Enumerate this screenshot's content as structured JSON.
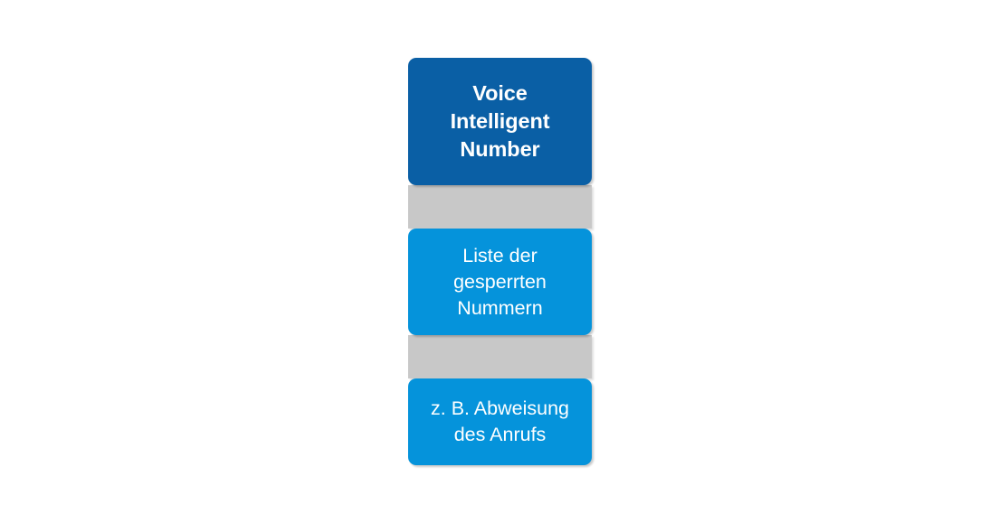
{
  "diagram": {
    "type": "vertical-hierarchy",
    "background_color": "#ffffff",
    "colors": {
      "root_fill": "#0a5fa5",
      "child_fill": "#0593db",
      "connector_fill": "#c8c8c8",
      "text": "#ffffff"
    },
    "nodes": [
      {
        "id": "root",
        "label": "Voice\nIntelligent\nNumber",
        "level": 1,
        "fill": "#0a5fa5",
        "bold": true
      },
      {
        "id": "blocked-list",
        "label": "Liste der\ngesperrten\nNummern",
        "level": 2,
        "fill": "#0593db",
        "bold": false
      },
      {
        "id": "call-rejection-example",
        "label": "z. B. Abweisung\ndes Anrufs",
        "level": 3,
        "fill": "#0593db",
        "bold": false
      }
    ],
    "connectors": [
      {
        "id": "connector-root-to-blocked-list",
        "fill": "#c8c8c8"
      },
      {
        "id": "connector-blocked-list-to-example",
        "fill": "#c8c8c8"
      }
    ]
  }
}
